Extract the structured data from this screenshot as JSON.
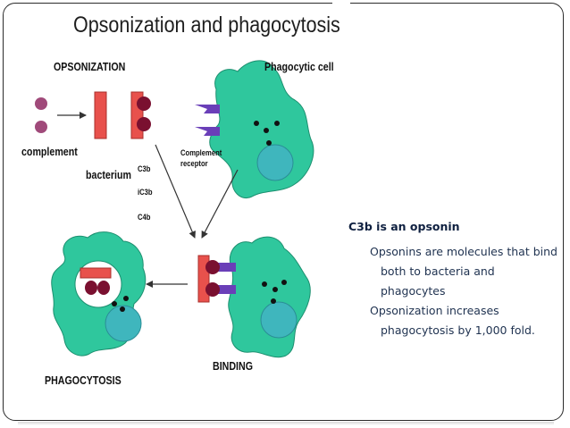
{
  "slide": {
    "title": "Opsonization and phagocytosis",
    "colors": {
      "cell": "#2fc79d",
      "nucleus": "#3fb6bd",
      "bacterium": "#e8514c",
      "opsonin": "#7a1030",
      "complement": "#a04a7a",
      "receptor": "#6a3fb8",
      "granule": "#111111"
    }
  },
  "diagram": {
    "labels": {
      "opsonization": "OPSONIZATION",
      "phagocytic_cell": "Phagocytic cell",
      "complement": "complement",
      "bacterium": "bacterium",
      "c3b": "C3b",
      "ic3b": "iC3b",
      "c4b": "C4b",
      "complement_receptor_line1": "Complement",
      "complement_receptor_line2": "receptor",
      "binding": "BINDING",
      "phagocytosis": "PHAGOCYTOSIS"
    }
  },
  "text_panel": {
    "heading": "C3b is an opsonin",
    "bullets": [
      "Opsonins are  molecules that bind both to bacteria and phagocytes",
      "Opsonization increases phagocytosis by 1,000 fold."
    ]
  }
}
